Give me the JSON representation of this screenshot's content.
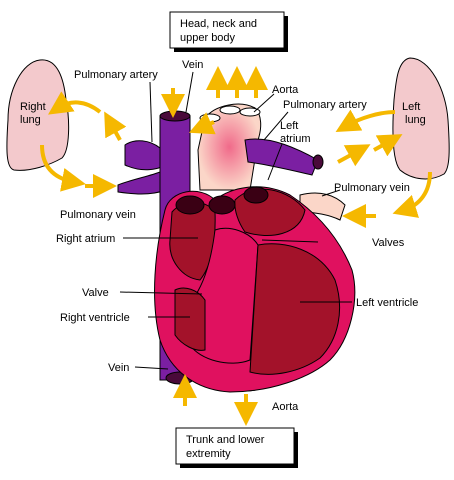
{
  "boxes": {
    "top": [
      "Head, neck and",
      "upper body"
    ],
    "bottom": [
      "Trunk and lower",
      "extremity"
    ]
  },
  "labels": {
    "right_lung": [
      "Right",
      "lung"
    ],
    "left_lung": [
      "Left",
      "lung"
    ],
    "pulmonary_artery_left": "Pulmonary artery",
    "vein_top": "Vein",
    "aorta_top": "Aorta",
    "pulmonary_artery_right": "Pulmonary artery",
    "left_atrium": [
      "Left",
      "atrium"
    ],
    "pulmonary_vein_right": "Pulmonary vein",
    "pulmonary_vein_left": "Pulmonary vein",
    "right_atrium": "Right atrium",
    "valves": "Valves",
    "valve": "Valve",
    "left_ventricle": "Left ventricle",
    "right_ventricle": "Right ventricle",
    "vein_bottom": "Vein",
    "aorta_bottom": "Aorta"
  },
  "colors": {
    "lung": "#f3c9cc",
    "heart_outer": "#e0115f",
    "heart_dark": "#a3122a",
    "heart_wall": "#c01048",
    "vessel_purple": "#7b1fa2",
    "vessel_light": "#fbd6c8",
    "arrow": "#f5b800"
  }
}
